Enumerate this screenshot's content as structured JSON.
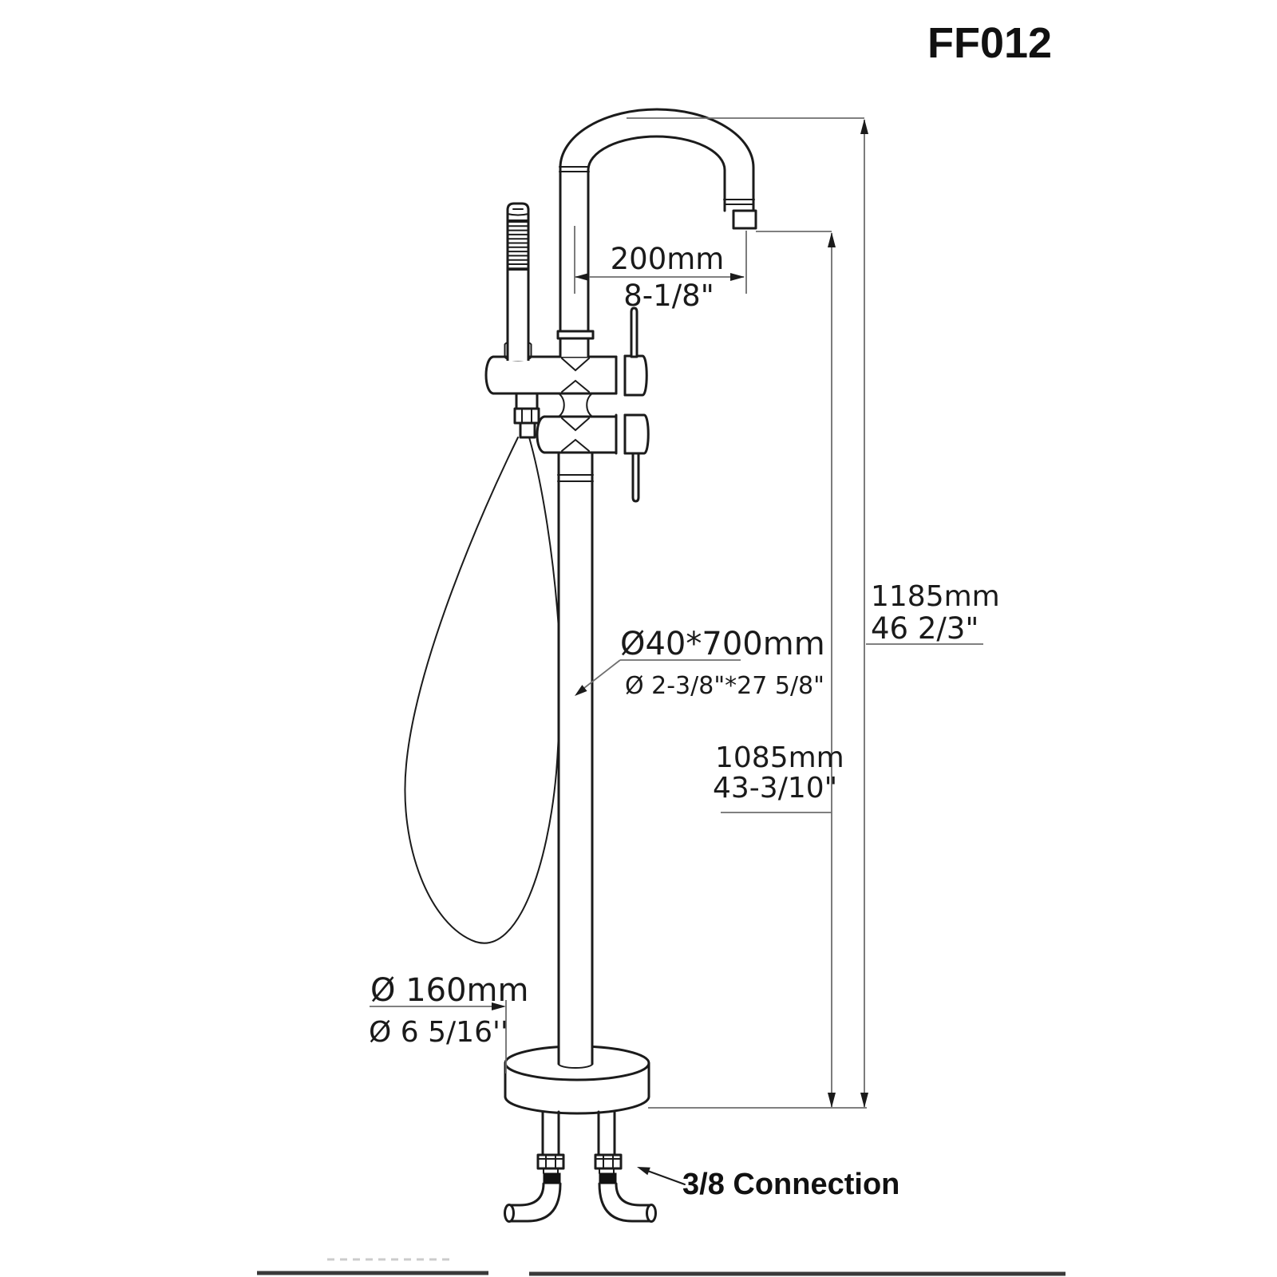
{
  "title": {
    "model": "FF012"
  },
  "drawing": {
    "labels": {
      "spout_reach_mm": "200mm",
      "spout_reach_in": "8-1/8\"",
      "column_mm": "Ø40*700mm",
      "column_in": "Ø 2-3/8\"*27 5/8\"",
      "overall_height_mm": "1185mm",
      "overall_height_in": "46 2/3\"",
      "spout_height_mm": "1085mm",
      "spout_height_in": "43-3/10\"",
      "base_diameter_mm": "Ø 160mm",
      "base_diameter_in": "Ø 6 5/16''",
      "connection": "3/8 Connection"
    },
    "colors": {
      "line": "#1b1b1b",
      "dimension": "#6e6e6e",
      "background": "#ffffff"
    }
  }
}
